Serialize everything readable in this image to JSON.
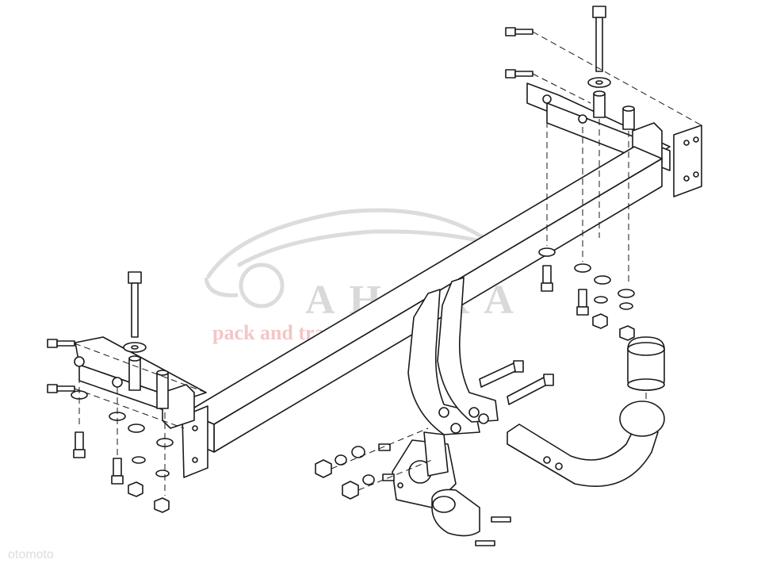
{
  "diagram": {
    "subject": "tow bar / towing hitch assembly exploded view",
    "line_color": "#1a1a1a",
    "fill_color": "#ffffff"
  },
  "watermark": {
    "brand": "АНАКА",
    "tagline": "pack and travel",
    "brand_color": "#d9d9d9",
    "tagline_color": "#f3c6c6",
    "logo_icon": "car-silhouette-icon"
  },
  "corner_mark": {
    "text": "otomoto",
    "color": "#dcdcdc"
  }
}
